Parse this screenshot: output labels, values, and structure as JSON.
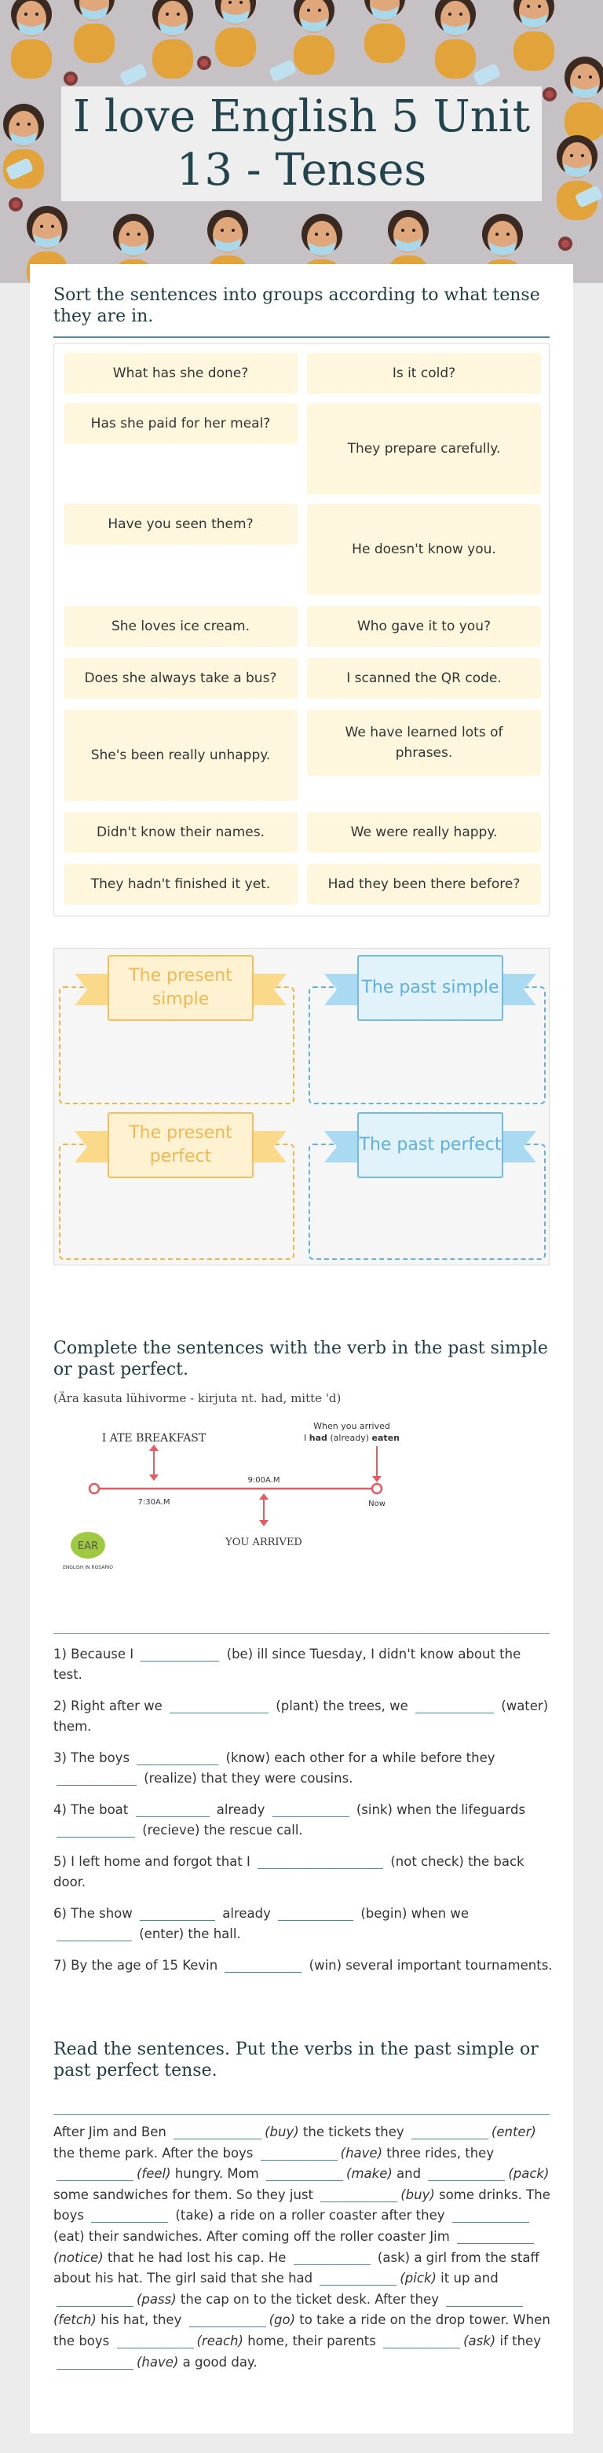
{
  "header": {
    "title": "I love English 5 Unit 13 - Tenses"
  },
  "section1": {
    "instruction": "Sort the sentences into groups according to what tense they are in.",
    "cards": [
      "What has she done?",
      "Is it cold?",
      "Has she paid for her meal?",
      "They prepare carefully.",
      "Have you seen them?",
      "He doesn't know you.",
      "She loves ice cream.",
      "Who gave it to you?",
      "Does she always take a bus?",
      "I scanned the QR code.",
      "She's been really unhappy.",
      "We have learned lots of phrases.",
      "Didn't know their names.",
      "We were really happy.",
      "They hadn't finished it yet.",
      "Had they been there before?"
    ],
    "groups": {
      "present_simple": "The present simple",
      "past_simple": "The past simple",
      "present_perfect": "The present perfect",
      "past_perfect": "The past perfect"
    }
  },
  "section2": {
    "instruction": "Complete the sentences with the verb in the past simple or past perfect.",
    "note": "(Ära kasuta lühivorme - kirjuta nt.  had, mitte 'd)",
    "timeline": {
      "ate_breakfast": "I ATE BREAKFAST",
      "time1": "7:30A.M",
      "time2": "9:00A.M",
      "when_you_arrived": "When you arrived",
      "had_eaten_pre": "I ",
      "had_eaten_had": "had",
      "had_eaten_mid": " (already) ",
      "had_eaten_eaten": "eaten",
      "now": "Now",
      "you_arrived": "YOU ARRIVED",
      "logo": "EAR",
      "logo_caption": "ENGLISH IN ROSARIO"
    },
    "sentences": [
      {
        "a": "1) Because I ",
        "b": " (be) ill since Tuesday, I didn't know about the test."
      },
      {
        "a": "2) Right after we ",
        "b": " (plant) the trees, we ",
        "c": " (water) them."
      },
      {
        "a": "3) The boys ",
        "b": " (know) each other for a while before they ",
        "c": " (realize) that they were cousins."
      },
      {
        "a": "4) The boat ",
        "b": " already ",
        "c": " (sink) when the lifeguards ",
        "d": " (recieve) the rescue call."
      },
      {
        "a": "5) I left home and forgot that I ",
        "b": " (not check) the back door."
      },
      {
        "a": "6) The show ",
        "b": " already ",
        "c": " (begin) when we ",
        "d": " (enter) the hall."
      },
      {
        "a": "7) By the age of 15 Kevin ",
        "b": " (win) several important tournaments."
      }
    ]
  },
  "section3": {
    "instruction": "Read the sentences. Put the verbs in the past simple or past perfect tense.",
    "t": [
      "After Jim and Ben ",
      "(buy)",
      " the tickets they ",
      "(enter)",
      " the theme park. After the boys ",
      "(have)",
      " three rides, they ",
      "(feel)",
      " hungry. Mom ",
      "(make)",
      " and ",
      "(pack)",
      " some sandwiches for them. So they just ",
      "(buy)",
      " some drinks. The boys ",
      " (take) a ride on a roller coaster after they ",
      " (eat) their sandwiches. After coming off the roller coaster Jim ",
      "(notice)",
      " that he had lost his cap. He ",
      " (ask) a girl from the staff about his hat. The girl said that she had ",
      "(pick)",
      " it up and ",
      "(pass)",
      " the cap on to the ticket desk. After they ",
      "(fetch)",
      " his hat, they ",
      "(go)",
      " to take a ride on the drop tower. When the boys ",
      "(reach)",
      " home, their parents ",
      "(ask)",
      " if they ",
      "(have)",
      " a good day."
    ]
  }
}
